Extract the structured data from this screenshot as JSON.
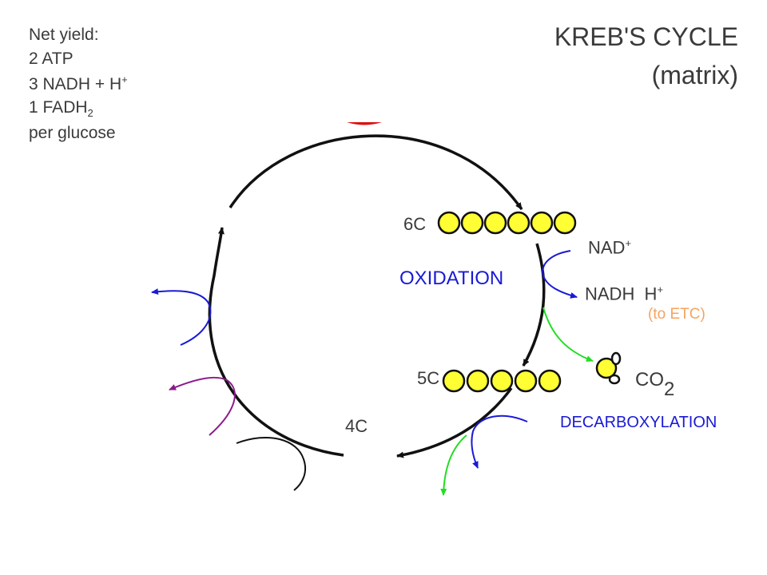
{
  "net_yield": {
    "heading": "Net yield:",
    "atp": "2 ATP",
    "nadh_base": "3 NADH + H",
    "nadh_sup": "+",
    "fadh_base": "1 FADH",
    "fadh_sub": "2",
    "per": "per glucose"
  },
  "title": {
    "line1": "KREB'S CYCLE",
    "line2": "(matrix)"
  },
  "cycle": {
    "six_carbon": "6C",
    "five_carbon": "5C",
    "four_carbon": "4C",
    "oxidation": "OXIDATION",
    "nad_base": "NAD",
    "nad_sup": "+",
    "nadh_base": "NADH  H",
    "nadh_sup": "+",
    "to_etc": "(to ETC)",
    "co2_base": "CO",
    "co2_sub": "2",
    "decarboxylation": "DECARBOXYLATION"
  },
  "colors": {
    "carbon_fill": "#ffff33",
    "oxidation_blue": "#1a1ad6",
    "etc_orange": "#f4a460",
    "co2_green": "#22dd22",
    "purple": "#8b1a8b",
    "red": "#dd1111"
  }
}
